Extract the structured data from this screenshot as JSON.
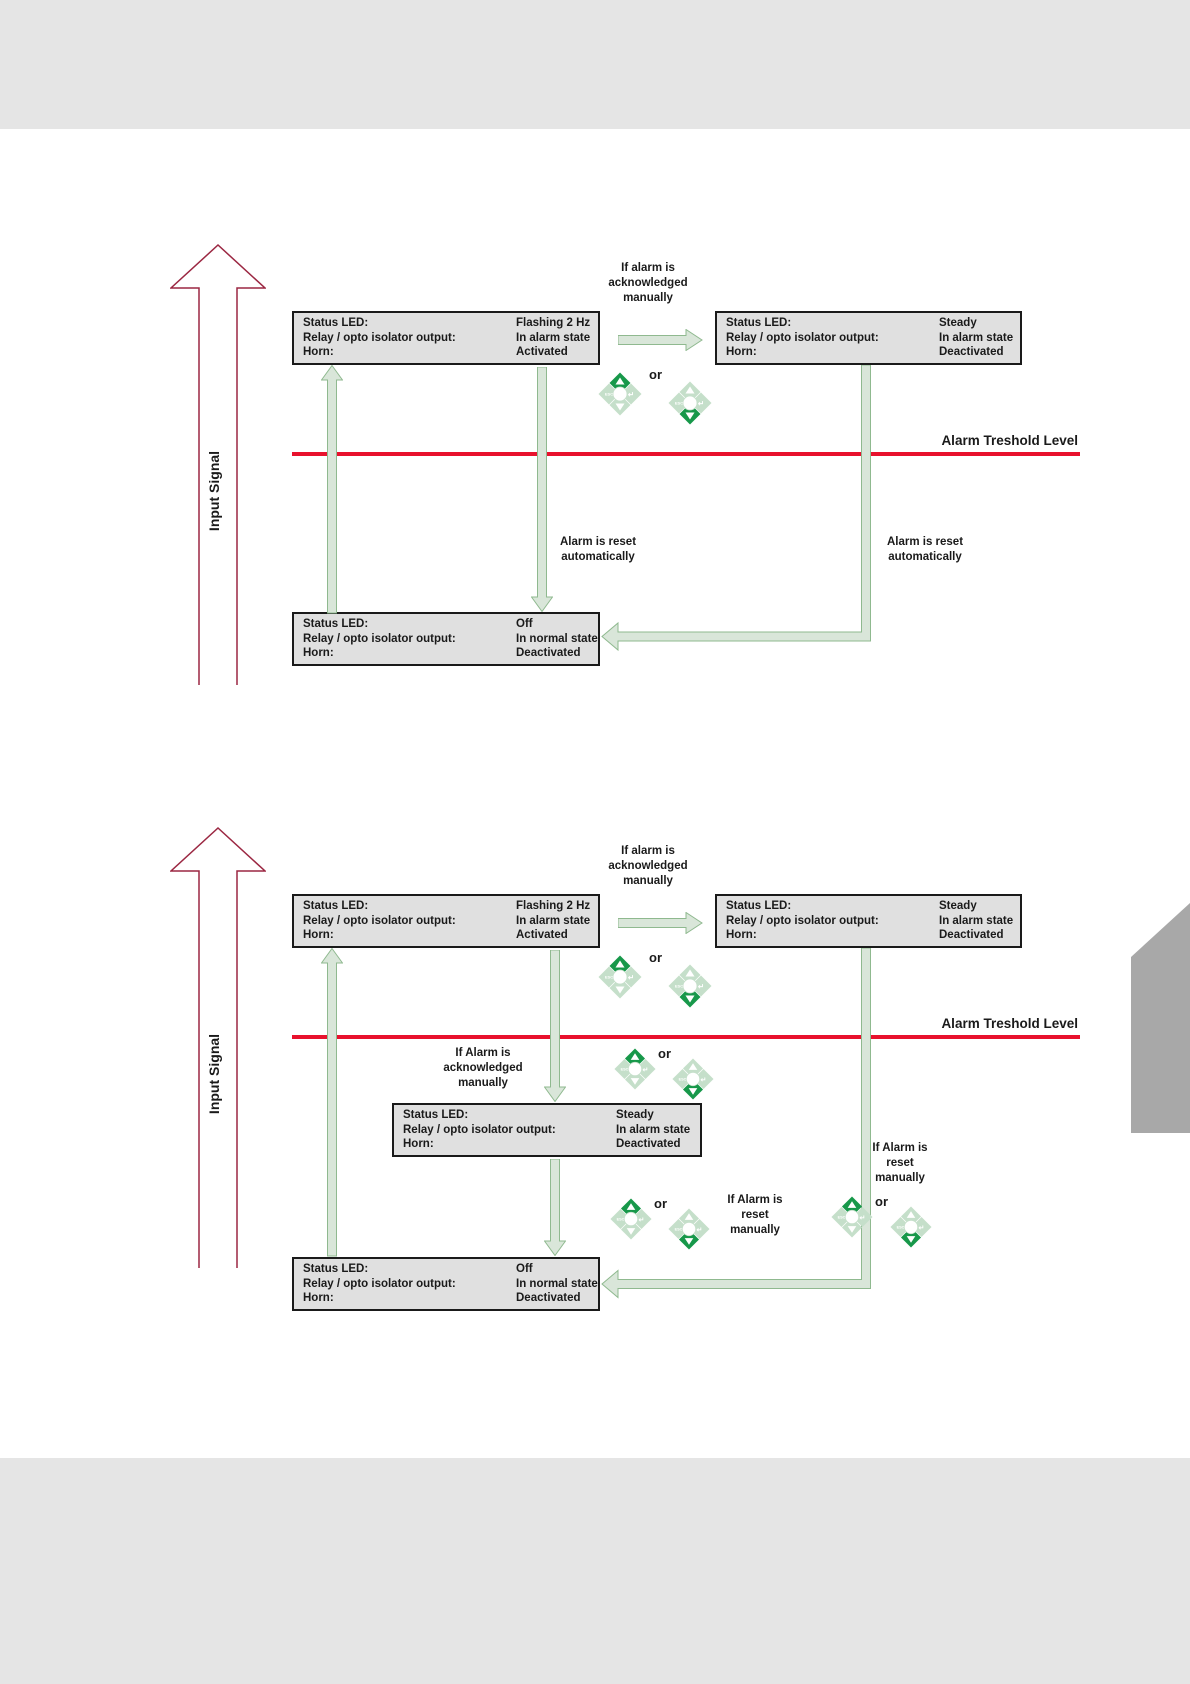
{
  "canvas": {
    "margin_color": "#e5e5e5",
    "page_color": "#ffffff",
    "corner_shape_color": "#a8a8a8"
  },
  "colors": {
    "threshold_line": "#e8112d",
    "box_fill": "#e0e0e0",
    "box_border": "#1a1a1a",
    "flow_arrow_fill": "#d9e6d9",
    "flow_arrow_stroke": "#8fb98f",
    "signal_arrow_stroke": "#9b2742",
    "keypad_light": "#c5dfca",
    "keypad_dark": "#17984a"
  },
  "keypad": {
    "esc": "ESC",
    "enter": "↵"
  },
  "diagram_top": {
    "input_signal_label": "Input Signal",
    "threshold_label": "Alarm Treshold Level",
    "ack_note": "If alarm is\nacknowledged\nmanually",
    "or_label": "or",
    "reset_auto_left": "Alarm is reset\nautomatically",
    "reset_auto_right": "Alarm is reset\nautomatically",
    "box_alarm": {
      "rows": [
        {
          "label": "Status LED:",
          "value": "Flashing 2 Hz"
        },
        {
          "label": "Relay / opto isolator output:",
          "value": "In alarm state"
        },
        {
          "label": "Horn:",
          "value": "Activated"
        }
      ]
    },
    "box_acknowledged": {
      "rows": [
        {
          "label": "Status LED:",
          "value": "Steady"
        },
        {
          "label": "Relay / opto isolator output:",
          "value": "In alarm state"
        },
        {
          "label": "Horn:",
          "value": "Deactivated"
        }
      ]
    },
    "box_normal": {
      "rows": [
        {
          "label": "Status LED:",
          "value": "Off"
        },
        {
          "label": "Relay / opto isolator output:",
          "value": "In normal state"
        },
        {
          "label": "Horn:",
          "value": "Deactivated"
        }
      ]
    }
  },
  "diagram_bottom": {
    "input_signal_label": "Input Signal",
    "threshold_label": "Alarm Treshold Level",
    "ack_note": "If alarm is\nacknowledged\nmanually",
    "or_label": "or",
    "ack_manual_note": "If Alarm is\nacknowledged\nmanually",
    "reset_manual_mid_note": "If Alarm is\nreset\nmanually",
    "reset_manual_right_note": "If Alarm is\nreset\nmanually",
    "box_alarm": {
      "rows": [
        {
          "label": "Status LED:",
          "value": "Flashing 2 Hz"
        },
        {
          "label": "Relay / opto isolator output:",
          "value": "In alarm state"
        },
        {
          "label": "Horn:",
          "value": "Activated"
        }
      ]
    },
    "box_acknowledged": {
      "rows": [
        {
          "label": "Status LED:",
          "value": "Steady"
        },
        {
          "label": "Relay / opto isolator output:",
          "value": "In alarm state"
        },
        {
          "label": "Horn:",
          "value": "Deactivated"
        }
      ]
    },
    "box_ack_silenced": {
      "rows": [
        {
          "label": "Status LED:",
          "value": "Steady"
        },
        {
          "label": "Relay / opto isolator output:",
          "value": "In alarm state"
        },
        {
          "label": "Horn:",
          "value": "Deactivated"
        }
      ]
    },
    "box_normal": {
      "rows": [
        {
          "label": "Status LED:",
          "value": "Off"
        },
        {
          "label": "Relay / opto isolator output:",
          "value": "In normal state"
        },
        {
          "label": "Horn:",
          "value": "Deactivated"
        }
      ]
    }
  }
}
